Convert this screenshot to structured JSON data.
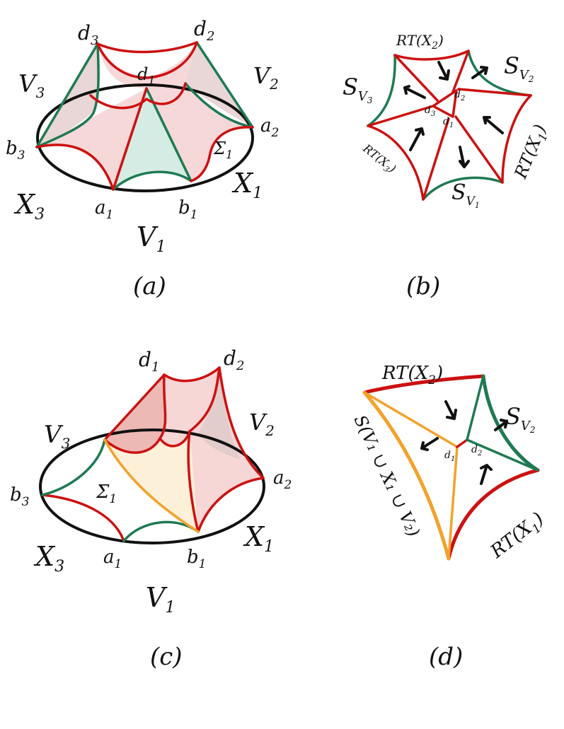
{
  "colors": {
    "red": "#cc1111",
    "green": "#1e7a52",
    "orange": "#f2a22b",
    "pink_fill": "#f6d2d2",
    "teal_fill": "#cfe9df",
    "yellow_fill": "#fdf0d8",
    "boundary": "#111111"
  },
  "panel_a": {
    "caption": "(a)",
    "labels": {
      "d3": {
        "base": "d",
        "sub": "3"
      },
      "d2": {
        "base": "d",
        "sub": "2"
      },
      "d1": {
        "base": "d",
        "sub": "1"
      },
      "V3": {
        "base": "V",
        "sub": "3"
      },
      "V2": {
        "base": "V",
        "sub": "2"
      },
      "V1": {
        "base": "V",
        "sub": "1"
      },
      "b3": {
        "base": "b",
        "sub": "3"
      },
      "a2": {
        "base": "a",
        "sub": "2"
      },
      "Sigma1": {
        "base": "Σ",
        "sub": "1"
      },
      "X1": {
        "base": "X",
        "sub": "1"
      },
      "X3": {
        "base": "X",
        "sub": "3"
      },
      "a1": {
        "base": "a",
        "sub": "1"
      },
      "b1": {
        "base": "b",
        "sub": "1"
      }
    }
  },
  "panel_b": {
    "caption": "(b)",
    "labels": {
      "RTX2": {
        "base": "RT(X",
        "sub": "2",
        "tail": ")"
      },
      "SV2": {
        "base": "S",
        "sub": "V",
        "subsub": "2"
      },
      "SV3": {
        "base": "S",
        "sub": "V",
        "subsub": "3"
      },
      "RTX1": {
        "base": "RT(X",
        "sub": "1",
        "tail": ")"
      },
      "RTX3": {
        "base": "RT(X",
        "sub": "3",
        "tail": ")"
      },
      "SV1": {
        "base": "S",
        "sub": "V",
        "subsub": "1"
      },
      "d1": {
        "base": "d",
        "sub": "1"
      },
      "d2": {
        "base": "d",
        "sub": "2"
      },
      "d3": {
        "base": "d",
        "sub": "3"
      }
    }
  },
  "panel_c": {
    "caption": "(c)",
    "labels": {
      "d1": {
        "base": "d",
        "sub": "1"
      },
      "d2": {
        "base": "d",
        "sub": "2"
      },
      "V3": {
        "base": "V",
        "sub": "3"
      },
      "V2": {
        "base": "V",
        "sub": "2"
      },
      "V1": {
        "base": "V",
        "sub": "1"
      },
      "b3": {
        "base": "b",
        "sub": "3"
      },
      "a2": {
        "base": "a",
        "sub": "2"
      },
      "Sigma1": {
        "base": "Σ",
        "sub": "1"
      },
      "X3": {
        "base": "X",
        "sub": "3"
      },
      "X1": {
        "base": "X",
        "sub": "1"
      },
      "a1": {
        "base": "a",
        "sub": "1"
      },
      "b1": {
        "base": "b",
        "sub": "1"
      }
    }
  },
  "panel_d": {
    "caption": "(d)",
    "labels": {
      "RTX2": {
        "base": "RT(X",
        "sub": "2",
        "tail": ")"
      },
      "SV2": {
        "base": "S",
        "sub": "V",
        "subsub": "2"
      },
      "RTX1": {
        "base": "RT(X",
        "sub": "1",
        "tail": ")"
      },
      "SUnion": {
        "text": "S(V₁ ∪ X₁ ∪ V₂)"
      },
      "d1": {
        "base": "d",
        "sub": "1"
      },
      "d2": {
        "base": "d",
        "sub": "2"
      }
    }
  }
}
